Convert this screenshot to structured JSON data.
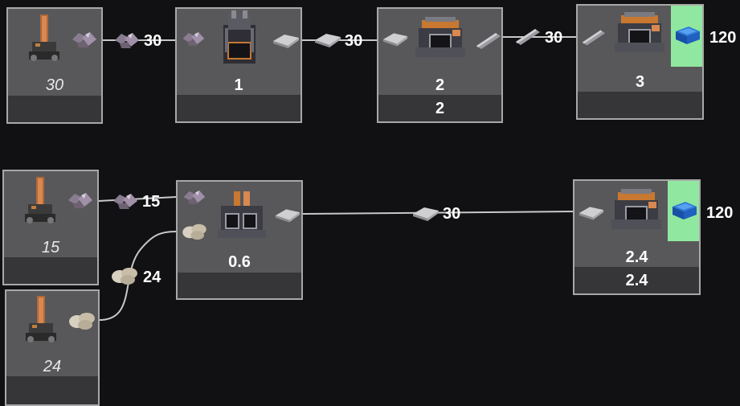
{
  "nodes": {
    "miner_top": {
      "count": "30",
      "footer": ""
    },
    "crusher_top": {
      "count": "1",
      "footer": ""
    },
    "constructor_top": {
      "count": "2",
      "footer": "2"
    },
    "assembler_top": {
      "count": "3",
      "footer": ""
    },
    "miner_mid": {
      "count": "15",
      "footer": ""
    },
    "refinery_mid": {
      "count": "0.6",
      "footer": ""
    },
    "miner_bottom": {
      "count": "24",
      "footer": ""
    },
    "assembler_right": {
      "count": "2.4",
      "footer": "2.4"
    }
  },
  "edges": {
    "ore_top": "30",
    "plate_top": "30",
    "rod_top": "30",
    "output_top": "120",
    "ore_mid": "15",
    "stone_bottom": "24",
    "plate_long": "30",
    "output_right": "120"
  },
  "icons": {
    "miner": "mining-drill-icon",
    "ore": "crystal-ore-icon",
    "plate": "metal-plate-icon",
    "rod": "metal-rod-icon",
    "stone": "stone-icon",
    "crate": "blue-crate-icon"
  },
  "colors": {
    "background": "#111113",
    "node_fill": "#58585a",
    "node_border": "#a8a8a8",
    "footer_fill": "#363638",
    "link": "#c8c8c8",
    "output_highlight": "#90e8a0"
  }
}
